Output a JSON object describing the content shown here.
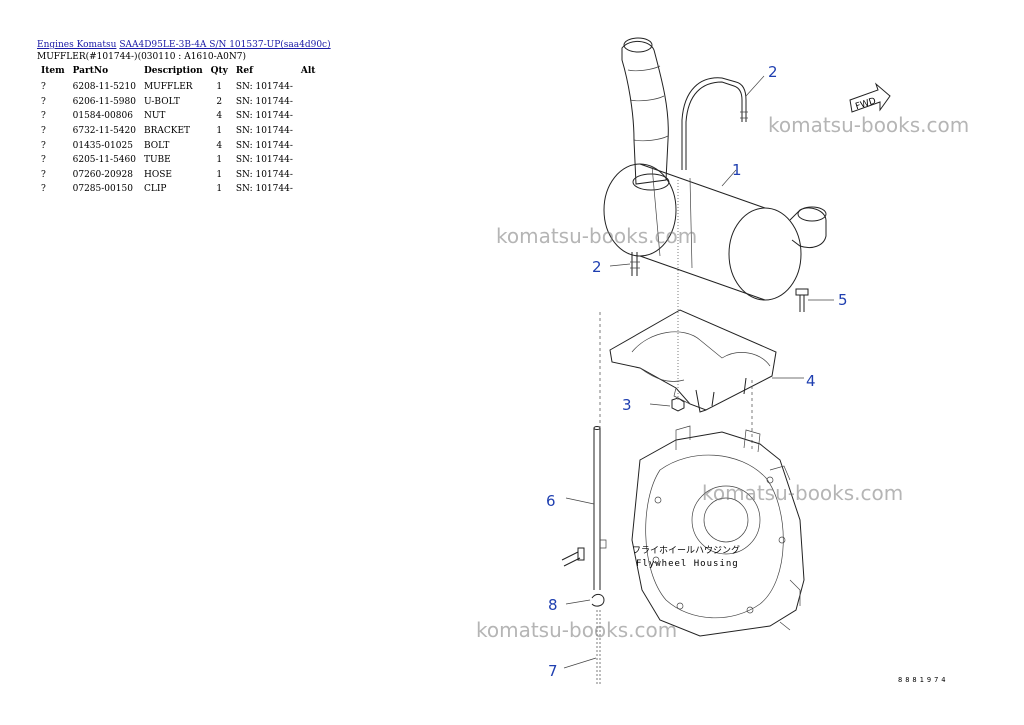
{
  "breadcrumb": {
    "link1": "Engines Komatsu",
    "link2": "SAA4D95LE-3B-4A S/N 101537-UP(saa4d90c)"
  },
  "subtitle": "MUFFLER(#101744-)(030110 : A1610-A0N7)",
  "table": {
    "headers": [
      "Item",
      "PartNo",
      "Description",
      "Qty",
      "Ref",
      "Alt"
    ],
    "rows": [
      {
        "item": "?",
        "partno": "6208-11-5210",
        "desc": "MUFFLER",
        "qty": "1",
        "ref": "SN: 101744-",
        "alt": ""
      },
      {
        "item": "?",
        "partno": "6206-11-5980",
        "desc": "U-BOLT",
        "qty": "2",
        "ref": "SN: 101744-",
        "alt": ""
      },
      {
        "item": "?",
        "partno": "01584-00806",
        "desc": "NUT",
        "qty": "4",
        "ref": "SN: 101744-",
        "alt": ""
      },
      {
        "item": "?",
        "partno": "6732-11-5420",
        "desc": "BRACKET",
        "qty": "1",
        "ref": "SN: 101744-",
        "alt": ""
      },
      {
        "item": "?",
        "partno": "01435-01025",
        "desc": "BOLT",
        "qty": "4",
        "ref": "SN: 101744-",
        "alt": ""
      },
      {
        "item": "?",
        "partno": "6205-11-5460",
        "desc": "TUBE",
        "qty": "1",
        "ref": "SN: 101744-",
        "alt": ""
      },
      {
        "item": "?",
        "partno": "07260-20928",
        "desc": "HOSE",
        "qty": "1",
        "ref": "SN: 101744-",
        "alt": ""
      },
      {
        "item": "?",
        "partno": "07285-00150",
        "desc": "CLIP",
        "qty": "1",
        "ref": "SN: 101744-",
        "alt": ""
      }
    ]
  },
  "diagram": {
    "callouts": [
      "1",
      "2",
      "2",
      "3",
      "4",
      "5",
      "6",
      "7",
      "8"
    ],
    "fwd_label": "FWD",
    "housing_label_jp": "フライホイールハウジング",
    "housing_label_en": "Flywheel Housing",
    "drawing_code": "8881974",
    "watermark": "komatsu-books.com"
  }
}
